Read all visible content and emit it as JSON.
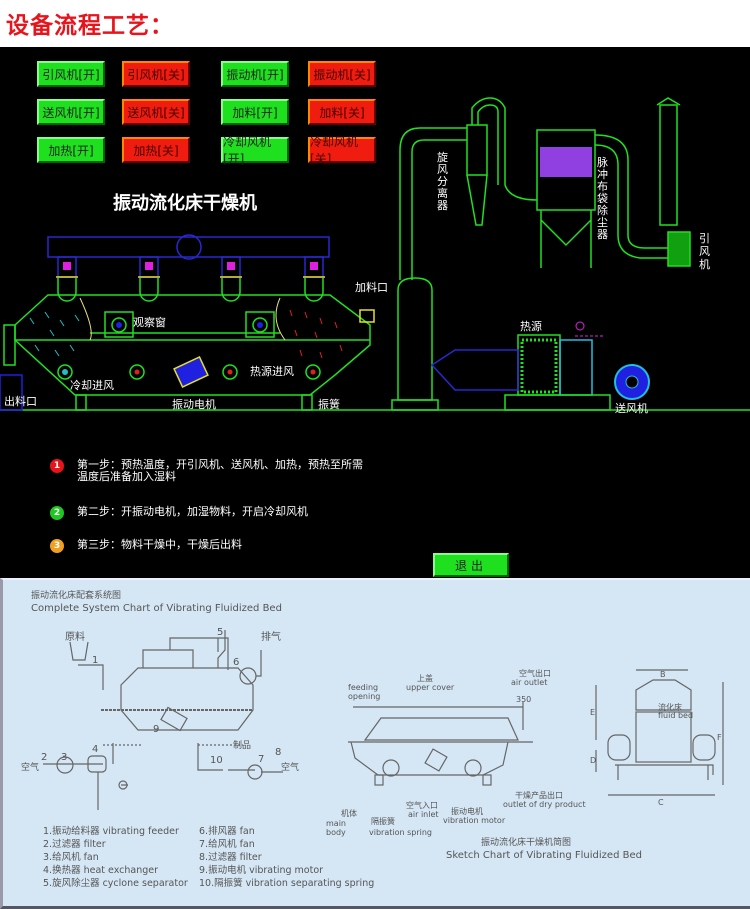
{
  "header": {
    "title": "设备流程工艺："
  },
  "buttons": [
    {
      "label": "引风机[开]",
      "state": "on"
    },
    {
      "label": "引风机[关]",
      "state": "off"
    },
    {
      "label": "振动机[开]",
      "state": "on"
    },
    {
      "label": "振动机[关]",
      "state": "off"
    },
    {
      "label": "送风机[开]",
      "state": "on"
    },
    {
      "label": "送风机[关]",
      "state": "off"
    },
    {
      "label": "加料[开]",
      "state": "on"
    },
    {
      "label": "加料[关]",
      "state": "off"
    },
    {
      "label": "加热[开]",
      "state": "on"
    },
    {
      "label": "加热[关]",
      "state": "off"
    },
    {
      "label": "冷却风机[开]",
      "state": "on"
    },
    {
      "label": "冷却风机[关]",
      "state": "off"
    }
  ],
  "machine_title": "振动流化床干燥机",
  "labels": {
    "observation": "观察窗",
    "cool_in": "冷却进风",
    "motor": "振动电机",
    "heat_in": "热源进风",
    "spring": "振簧",
    "outlet": "出料口",
    "feed": "加料口",
    "cyclone": "旋风分离器",
    "bagfilter": "脉冲布袋除尘器",
    "induced_fan": "引风机",
    "heat_source": "热源",
    "blower": "送风机"
  },
  "steps": [
    {
      "num": "1",
      "color": "#e8141c",
      "text": "第一步：预热温度，开引风机、送风机、加热，预热至所需温度后准备加入湿料"
    },
    {
      "num": "2",
      "color": "#1ec81e",
      "text": "第二步：开振动电机，加湿物料，开启冷却风机"
    },
    {
      "num": "3",
      "color": "#f0a020",
      "text": "第三步：物料干燥中，干燥后出料"
    }
  ],
  "exit_label": "退出",
  "spec": {
    "title_cn": "振动流化床配套系统图",
    "title_en": "Complete System Chart of Vibrating Fluidized Bed",
    "sketch_cn": "振动流化床干燥机简图",
    "sketch_en": "Sketch Chart of Vibrating Fluidized Bed",
    "sys_labels": {
      "raw": "原料",
      "exhaust": "排气",
      "air1": "空气",
      "air2": "空气",
      "product": "制品",
      "n1": "1",
      "n2": "2",
      "n3": "3",
      "n4": "4",
      "n5": "5",
      "n6": "6",
      "n7": "7",
      "n8": "8",
      "n9": "9",
      "n10": "10"
    },
    "sketch_labels": {
      "upper_cn": "上盖",
      "upper_en": "upper cover",
      "feed_en1": "feeding",
      "feed_en2": "opening",
      "airout_cn": "空气出口",
      "airout_en": "air outlet",
      "d350": "350",
      "body_cn": "机体",
      "body_en1": "main",
      "body_en2": "body",
      "spring_cn": "隔振簧",
      "spring_en": "vibration spring",
      "airin_cn": "空气入口",
      "airin_en": "air inlet",
      "motor_cn": "振动电机",
      "motor_en": "vibration motor",
      "dry_cn": "干燥产品出口",
      "dry_en": "outlet of dry product",
      "fluid_cn": "流化床",
      "fluid_en": "fluid bed",
      "B": "B",
      "E": "E",
      "D": "D",
      "F": "F",
      "C": "C"
    },
    "legend": [
      "1.振动给料器  vibrating feeder",
      "2.过滤器  filter",
      "3.给风机  fan",
      "4.换热器  heat exchanger",
      "5.旋风除尘器  cyclone separator",
      "6.排风器  fan",
      "7.给风机  fan",
      "8.过滤器  filter",
      "9.振动电机  vibrating motor",
      "10.隔振簧  vibration separating spring"
    ]
  }
}
